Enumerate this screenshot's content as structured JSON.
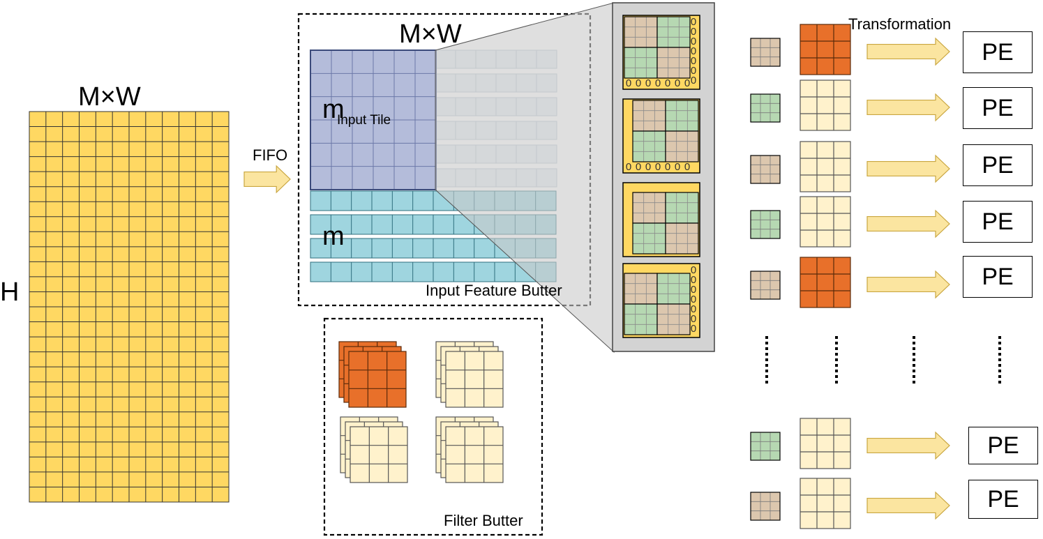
{
  "feature_map": {
    "label_width": "M×W",
    "label_height": "H",
    "cols": 12,
    "rows": 26
  },
  "fifo_label": "FIFO",
  "input_buffer": {
    "label_width": "M×W",
    "tile_label": "Input Tile",
    "m_label_tile": "m",
    "m_label_rows": "m",
    "caption": "Input Feature Butter"
  },
  "filter_buffer": {
    "caption": "Filter Butter"
  },
  "zoom_panel": {
    "padding_digit": "0",
    "tile_count": 4
  },
  "pe_array": {
    "transformation_label": "Transformation",
    "pe_label": "PE",
    "rows": [
      {
        "small": "tan",
        "filter": "orange"
      },
      {
        "small": "green",
        "filter": "cream"
      },
      {
        "small": "tan",
        "filter": "cream"
      },
      {
        "small": "green",
        "filter": "cream"
      },
      {
        "small": "tan",
        "filter": "orange"
      },
      {
        "small": "green",
        "filter": "cream"
      },
      {
        "small": "tan",
        "filter": "cream"
      }
    ]
  },
  "colors": {
    "feature_yellow": "#FFD862",
    "tile_purple": "#B4BCDA",
    "row_cyan": "#9FD5DF",
    "filter_orange": "#E8702A",
    "filter_cream": "#FFF2CC",
    "tan": "#DCC7AE",
    "green": "#B6D8B2",
    "arrow_fill": "#FBE5A0"
  }
}
